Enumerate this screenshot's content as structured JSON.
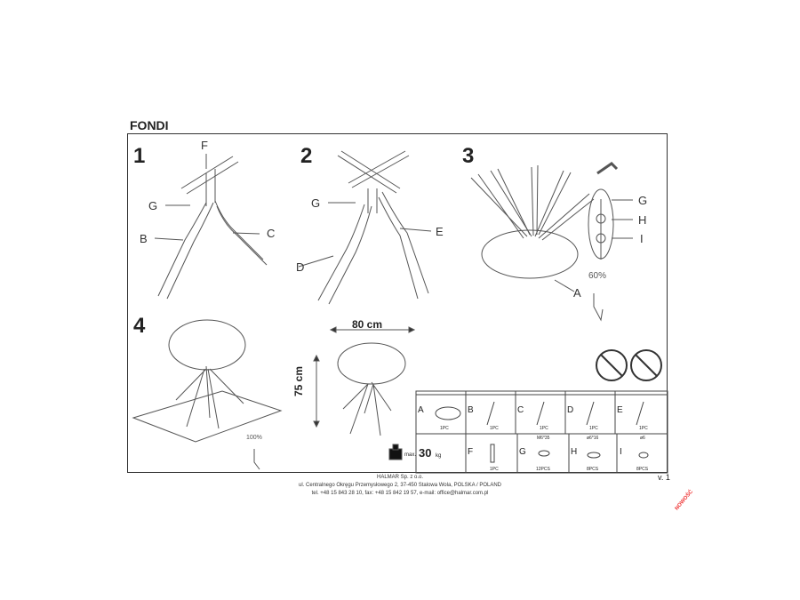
{
  "document": {
    "title": "FONDI",
    "version": "v. 1",
    "stamp": "NOWOŚĆ"
  },
  "steps": [
    {
      "number": "1",
      "labels": [
        "F",
        "G",
        "B",
        "C"
      ]
    },
    {
      "number": "2",
      "labels": [
        "G",
        "D",
        "E"
      ]
    },
    {
      "number": "3",
      "labels": [
        "G",
        "H",
        "I",
        "A"
      ],
      "percent": "60%"
    },
    {
      "number": "4",
      "percent": "100%"
    }
  ],
  "dimensions": {
    "width": "80 cm",
    "height": "75 cm",
    "max_label": "max.",
    "max_value": "30",
    "max_unit": "kg"
  },
  "parts": {
    "row1": [
      {
        "letter": "A",
        "qty": "1PC"
      },
      {
        "letter": "B",
        "qty": "1PC"
      },
      {
        "letter": "C",
        "qty": "1PC"
      },
      {
        "letter": "D",
        "qty": "1PC"
      },
      {
        "letter": "E",
        "qty": "1PC"
      }
    ],
    "row2": [
      {
        "letter": "F",
        "spec": "",
        "qty": "1PC"
      },
      {
        "letter": "G",
        "spec": "M6*35",
        "qty": "12PCS"
      },
      {
        "letter": "H",
        "spec": "ø6*16",
        "qty": "8PCS"
      },
      {
        "letter": "I",
        "spec": "ø6",
        "qty": "8PCS"
      }
    ]
  },
  "footer": {
    "company": "HALMAR Sp. z o.o.",
    "address": "ul. Centralnego Okręgu Przemysłowego 2, 37-450 Stalowa Wola, POLSKA / POLAND",
    "contact": "tel. +48 15 843 28 10, fax: +48 15 842 19 57, e-mail: office@halmar.com.pl"
  },
  "icons": [
    "warning-no-stand-on-table-icon",
    "warning-no-climb-icon",
    "hex-key-icon",
    "weight-icon"
  ]
}
